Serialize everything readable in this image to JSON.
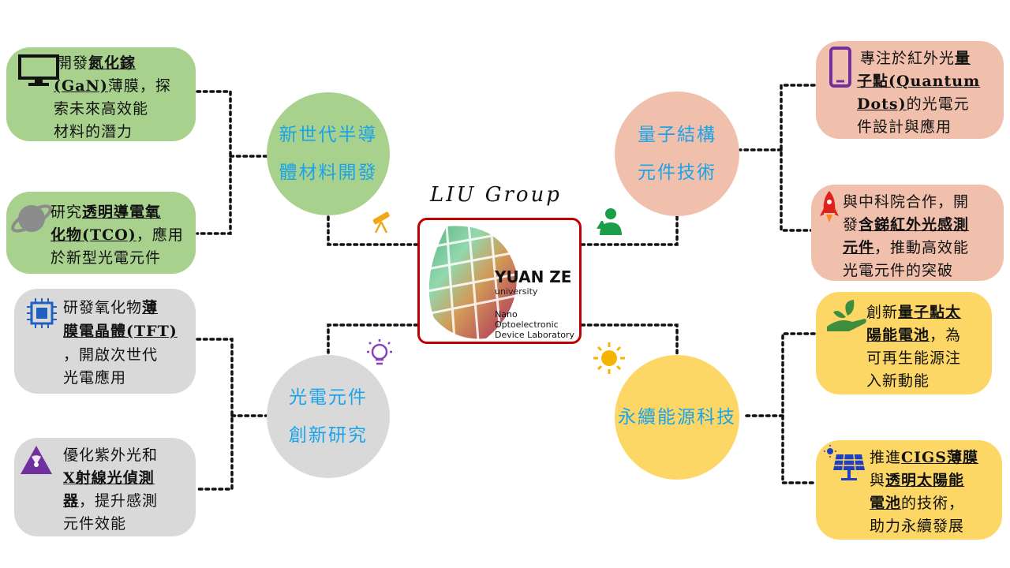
{
  "center": {
    "group_label": "LIU Group",
    "logo_title": "YUAN ZE",
    "logo_subtitle": "university",
    "lab_line1": "Nano Optoelectronic",
    "lab_line2": "Device Laboratory"
  },
  "topics": {
    "semiconductor": {
      "line1": "新世代半導",
      "line2": "體材料開發"
    },
    "quantum": {
      "line1": "量子結構",
      "line2": "元件技術"
    },
    "optoelectronic": {
      "line1": "光電元件",
      "line2": "創新研究"
    },
    "sustainable": {
      "line1": "永續能源科技"
    }
  },
  "boxes": {
    "gan": {
      "a": "開發",
      "b": "氮化鎵",
      "c": "(GaN)",
      "d": "薄膜，探",
      "e": "索未來高效能",
      "f": "材料的潛力"
    },
    "tco": {
      "a": "研究",
      "b": "透明導電氧",
      "c": "化物(TCO)",
      "d": "，應用",
      "e": "於新型光電元件"
    },
    "qd": {
      "a": "專注於紅外光",
      "b": "量",
      "c": "子點(Quantum",
      "d": "Dots)",
      "e": "的光電元",
      "f": "件設計與應用"
    },
    "ir": {
      "a": "與中科院合作，開",
      "b": "發",
      "c": "含銻紅外光感測",
      "d": "元件",
      "e": "，推動高效能",
      "f": "光電元件的突破"
    },
    "tft": {
      "a": "研發氧化物",
      "b": "薄",
      "c": "膜電晶體(TFT)",
      "d": "，開啟次世代",
      "e": "光電應用"
    },
    "xray": {
      "a": "優化紫外光和",
      "b": "X射線光偵測",
      "c": "器",
      "d": "，提升感測",
      "e": "元件效能"
    },
    "qdsolar": {
      "a": "創新",
      "b": "量子點太",
      "c": "陽能電池",
      "d": "，為",
      "e": "可再生能源注",
      "f": "入新動能"
    },
    "cigs": {
      "a": "推進",
      "b": "CIGS薄膜",
      "c": "與",
      "d": "透明太陽能",
      "e": "電池",
      "f": "的技術，",
      "g": "助力永續發展"
    }
  },
  "colors": {
    "green": "#a9d18e",
    "salmon": "#f1c0ad",
    "gray": "#d9d9d9",
    "yellow": "#fdd766",
    "topic_text": "#1aa3e8",
    "center_border": "#c00000"
  },
  "icons": [
    "monitor-icon",
    "planet-icon",
    "chip-icon",
    "radiation-icon",
    "smartphone-icon",
    "rocket-icon",
    "plant-hand-icon",
    "solar-panel-icon",
    "telescope-icon",
    "scientist-icon",
    "lightbulb-icon",
    "sun-icon"
  ]
}
